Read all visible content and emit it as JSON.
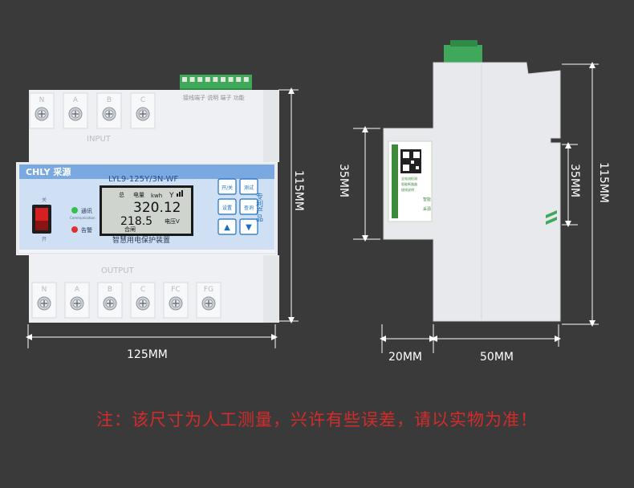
{
  "front": {
    "brand": "CHLY 采源",
    "model": "LYL9-125Y/3N-WF",
    "subtitle": "智慧用电保护装置",
    "patent": "专利产品",
    "top_terminal_caption": "INPUT",
    "bottom_terminal_caption": "OUTPUT",
    "top_terminals": [
      "N",
      "A",
      "B",
      "C"
    ],
    "bottom_terminals": [
      "N",
      "A",
      "B",
      "C",
      "FC",
      "FG"
    ],
    "switch_top_label": "关",
    "switch_bottom_label": "开",
    "indicators": [
      {
        "label": "通讯",
        "sublabel": "Communication",
        "color": "#31c24a"
      },
      {
        "label": "告警",
        "sublabel": "",
        "color": "#e03030"
      }
    ],
    "lcd": {
      "header_left": "总",
      "header_mid": "电量",
      "unit_top": "kwh",
      "value_top": "320.12",
      "value_bottom": "218.5",
      "unit_bottom": "电压V",
      "footer": "合闸"
    },
    "buttons": [
      "开/关",
      "测试",
      "设置",
      "查询",
      "▲",
      "▼"
    ],
    "width_label": "125MM",
    "height_label": "115MM"
  },
  "side": {
    "label_lines": [
      "全电流检测",
      "智能断路器",
      "接线说明"
    ],
    "label_right": [
      "智能",
      "采源"
    ],
    "height_outer_label": "115MM",
    "height_inner_label": "35MM",
    "rail_left_label": "35MM",
    "depth_front_label": "20MM",
    "depth_body_label": "50MM"
  },
  "note": "注：该尺寸为人工测量，兴许有些误差，请以实物为准！",
  "colors": {
    "accent_blue": "#1c6fc0",
    "panel_blue": "#cfe0f5",
    "dimension": "#ffffff",
    "note_red": "#d42b2b"
  }
}
